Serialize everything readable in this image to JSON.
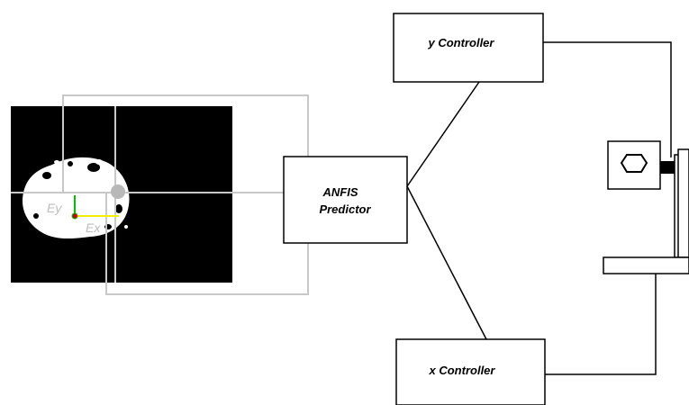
{
  "blocks": {
    "y_controller": "y Controller",
    "x_controller": "x Controller",
    "anfis_line1": "ANFIS",
    "anfis_line2": "Predictor"
  },
  "image_panel": {
    "axis_y_label": "Ey",
    "axis_x_label": "Ex",
    "colors": {
      "background": "#000000",
      "target": "#ffffff",
      "crosshair": "#c8c8c8",
      "ey_axis": "#00c000",
      "ex_axis": "#f0f000",
      "center_mark": "#d00000"
    }
  },
  "icons": {
    "camera": "camera-icon",
    "platform": "platform-icon"
  }
}
